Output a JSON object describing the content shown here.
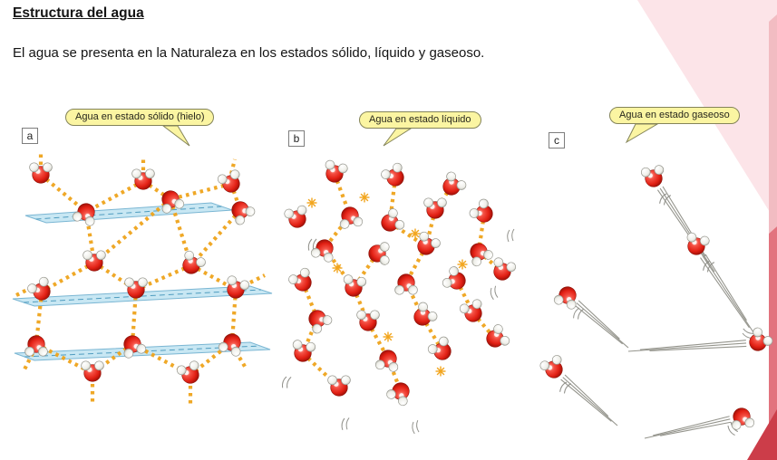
{
  "page": {
    "title": "Estructura del agua",
    "intro": "El agua se presenta en la Naturaleza en los estados sólido, líquido y gaseoso."
  },
  "colors": {
    "bond_orange": "#efa41c",
    "plane_blue": "#c2e4f2",
    "plane_edge": "#7ab6d3",
    "callout_fill": "#fbf5a2",
    "callout_border": "#84845a",
    "sparkle_orange": "#f2a51d",
    "motion_gray": "#92928c",
    "trail_gray": "#95958d",
    "decor_pink": "#fce4e8",
    "decor_strip_light": "#f2bcc2",
    "decor_strip_dark": "#e2737e",
    "decor_wedge_red": "#cc3d49"
  },
  "panels": [
    {
      "letter": "a",
      "callout": "Agua en estado sólido (hielo)",
      "molecules": [
        [
          37,
          25,
          0
        ],
        [
          150,
          32,
          0
        ],
        [
          247,
          35,
          -20
        ],
        [
          87,
          66,
          200
        ],
        [
          180,
          52,
          160
        ],
        [
          257,
          64,
          140
        ],
        [
          96,
          122,
          0
        ],
        [
          203,
          125,
          30
        ],
        [
          38,
          154,
          -30
        ],
        [
          142,
          152,
          0
        ],
        [
          252,
          152,
          20
        ],
        [
          32,
          212,
          180
        ],
        [
          138,
          212,
          160
        ],
        [
          248,
          210,
          200
        ],
        [
          94,
          244,
          0
        ],
        [
          202,
          246,
          -20
        ]
      ],
      "bonds": [
        [
          0,
          3
        ],
        [
          1,
          3
        ],
        [
          1,
          4
        ],
        [
          2,
          4
        ],
        [
          2,
          5
        ],
        [
          3,
          6
        ],
        [
          4,
          6
        ],
        [
          4,
          7
        ],
        [
          5,
          7
        ],
        [
          6,
          8
        ],
        [
          6,
          9
        ],
        [
          7,
          9
        ],
        [
          7,
          10
        ],
        [
          8,
          11
        ],
        [
          9,
          12
        ],
        [
          10,
          13
        ],
        [
          11,
          14
        ],
        [
          12,
          14
        ],
        [
          12,
          15
        ],
        [
          13,
          15
        ]
      ],
      "stubs": [
        [
          37,
          14,
          37,
          2
        ],
        [
          150,
          20,
          150,
          6
        ],
        [
          247,
          24,
          251,
          8
        ],
        [
          94,
          256,
          94,
          278
        ],
        [
          202,
          258,
          202,
          280
        ],
        [
          28,
          222,
          18,
          242
        ],
        [
          252,
          220,
          264,
          240
        ],
        [
          10,
          158,
          26,
          150
        ],
        [
          268,
          144,
          284,
          136
        ]
      ],
      "planes": [
        [
          [
            20,
            70
          ],
          [
            225,
            56
          ],
          [
            248,
            64
          ],
          [
            43,
            78
          ]
        ],
        [
          [
            6,
            162
          ],
          [
            268,
            148
          ],
          [
            292,
            156
          ],
          [
            30,
            170
          ]
        ],
        [
          [
            8,
            222
          ],
          [
            268,
            210
          ],
          [
            290,
            218
          ],
          [
            30,
            230
          ]
        ]
      ]
    },
    {
      "letter": "b",
      "callout": "Agua en estado líquido",
      "molecules": [
        [
          59,
          22,
          15
        ],
        [
          126,
          26,
          -30
        ],
        [
          188,
          36,
          40
        ],
        [
          18,
          72,
          -15
        ],
        [
          76,
          68,
          170
        ],
        [
          120,
          76,
          60
        ],
        [
          170,
          62,
          0
        ],
        [
          224,
          66,
          -45
        ],
        [
          48,
          104,
          200
        ],
        [
          106,
          110,
          90
        ],
        [
          160,
          102,
          30
        ],
        [
          218,
          108,
          150
        ],
        [
          24,
          142,
          -30
        ],
        [
          80,
          148,
          10
        ],
        [
          138,
          142,
          180
        ],
        [
          194,
          140,
          -60
        ],
        [
          244,
          130,
          20
        ],
        [
          40,
          182,
          140
        ],
        [
          96,
          186,
          0
        ],
        [
          156,
          180,
          45
        ],
        [
          212,
          176,
          -20
        ],
        [
          24,
          220,
          10
        ],
        [
          118,
          226,
          190
        ],
        [
          178,
          218,
          -35
        ],
        [
          236,
          204,
          60
        ],
        [
          64,
          258,
          0
        ],
        [
          132,
          262,
          210
        ]
      ],
      "bonds": [
        [
          0,
          4
        ],
        [
          1,
          5
        ],
        [
          2,
          6
        ],
        [
          6,
          10
        ],
        [
          7,
          11
        ],
        [
          4,
          8
        ],
        [
          5,
          10
        ],
        [
          8,
          13
        ],
        [
          9,
          13
        ],
        [
          10,
          14
        ],
        [
          11,
          16
        ],
        [
          12,
          17
        ],
        [
          13,
          18
        ],
        [
          14,
          19
        ],
        [
          15,
          20
        ],
        [
          17,
          21
        ],
        [
          18,
          22
        ],
        [
          19,
          23
        ],
        [
          20,
          24
        ],
        [
          21,
          25
        ],
        [
          22,
          26
        ]
      ],
      "stars": [
        [
          92,
          48
        ],
        [
          148,
          88
        ],
        [
          62,
          126
        ],
        [
          200,
          122
        ],
        [
          118,
          202
        ],
        [
          176,
          240
        ],
        [
          34,
          54
        ]
      ],
      "wiggles": [
        [
          34,
          94,
          10
        ],
        [
          232,
          148,
          -15
        ],
        [
          70,
          292,
          5
        ],
        [
          146,
          296,
          -10
        ],
        [
          252,
          84,
          0
        ],
        [
          6,
          246,
          15
        ]
      ]
    },
    {
      "letter": "c",
      "callout": "Agua en estado gaseoso",
      "molecules": [
        [
          128,
          25,
          -10
        ],
        [
          175,
          100,
          15
        ],
        [
          33,
          154,
          200
        ],
        [
          243,
          206,
          40
        ],
        [
          18,
          236,
          -25
        ],
        [
          225,
          288,
          170
        ]
      ],
      "trails": [
        [
          128,
          25,
          195,
          128
        ],
        [
          175,
          100,
          240,
          198
        ],
        [
          33,
          154,
          100,
          212
        ],
        [
          243,
          206,
          100,
          216
        ],
        [
          18,
          236,
          88,
          298
        ],
        [
          225,
          288,
          118,
          312
        ]
      ],
      "wiggles": [
        [
          142,
          42,
          30
        ],
        [
          190,
          116,
          30
        ],
        [
          46,
          168,
          25
        ],
        [
          226,
          196,
          -70
        ],
        [
          32,
          250,
          30
        ],
        [
          210,
          298,
          -40
        ]
      ]
    }
  ]
}
